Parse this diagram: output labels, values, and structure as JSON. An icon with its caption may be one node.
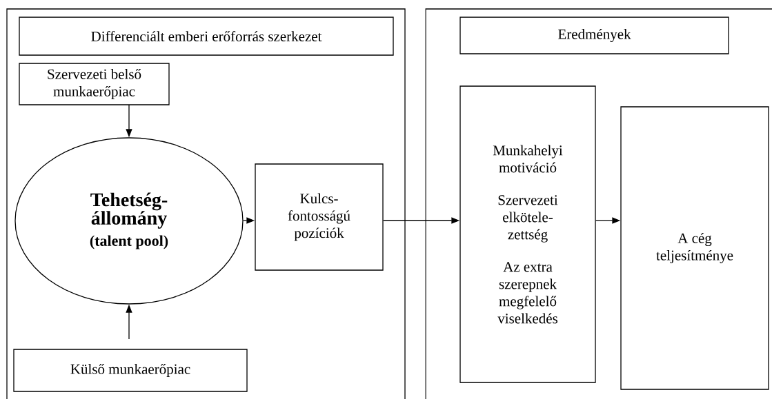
{
  "diagram": {
    "nodes": [
      {
        "text": [],
        "shape": "box"
      },
      {
        "text": [
          "Differenciált emberi erőforrás szerkezet"
        ],
        "in": 0
      },
      {
        "text": [
          "Szervezeti belső munkaerőpiac"
        ],
        "in": 0
      },
      {
        "text": [
          "Tehetség-állomány",
          "(talent pool)"
        ],
        "in": 0
      },
      {
        "text": [
          "Külső munkaerőpiac"
        ],
        "in": 0
      },
      {
        "text": [
          "Kulcs-fontosságú pozíciók"
        ],
        "in": 0
      },
      {
        "text": [],
        "shape": "box"
      },
      {
        "text": [
          "Eredmények"
        ],
        "in": 6
      },
      {
        "text": [
          "Munkahelyi motiváció",
          "Szervezeti elkötele-zettség",
          "Az extra szerepnek megfelelő viselkedés"
        ],
        "in": 6
      },
      {
        "text": [
          "A cég teljesítménye"
        ],
        "in": 6
      }
    ],
    "edges": [
      {
        "from": 2,
        "to": 3,
        "arrow": "to"
      },
      {
        "from": 4,
        "to": 3,
        "arrow": "to"
      },
      {
        "from": 3,
        "to": 5,
        "arrow": "to"
      },
      {
        "from": 5,
        "to": 8,
        "arrow": "to"
      },
      {
        "from": 8,
        "to": 9,
        "arrow": "to"
      }
    ]
  }
}
